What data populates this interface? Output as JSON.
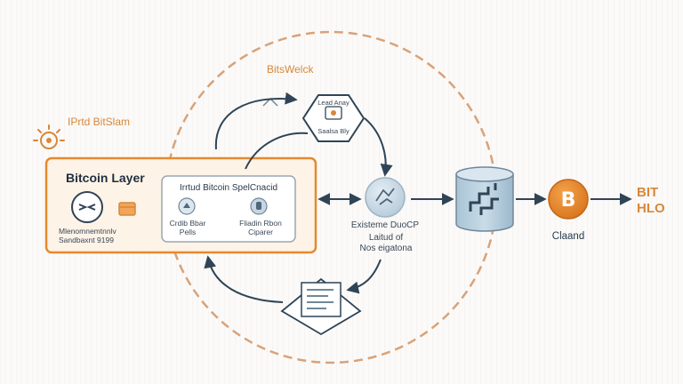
{
  "top_label": "BitsWelck",
  "brand_label": "IPrtd BitSlam",
  "layer_box": {
    "title": "Bitcoin Layer",
    "caption": "Mlenomnemtnnlv\nSandbaxnt 9199",
    "inner_title": "Irrtud Bitcoin SpelCnacid",
    "item_left": "Crdib Bbar\nPells",
    "item_right": "Fliadin Rbon\nCiparer"
  },
  "hex_node": {
    "line1": "Lead Anay",
    "line2": "Saalsa Bly"
  },
  "middle_node": {
    "title": "Existeme DuoCP",
    "subtitle": "Laitud of\nNos eigatona"
  },
  "bitcoin_node": {
    "symbol": "B",
    "label": "Claand"
  },
  "right_label": "BIT\nHLO",
  "colors": {
    "accent": "#e6892f",
    "line": "#2f4456",
    "dashed_circle": "#d8a27a"
  },
  "icons": [
    "sun-icon",
    "network-icon",
    "wallet-icon",
    "bitcoin-coin-icon",
    "document-icon",
    "database-icon",
    "globe-node-icon",
    "hexagon-node-icon"
  ]
}
